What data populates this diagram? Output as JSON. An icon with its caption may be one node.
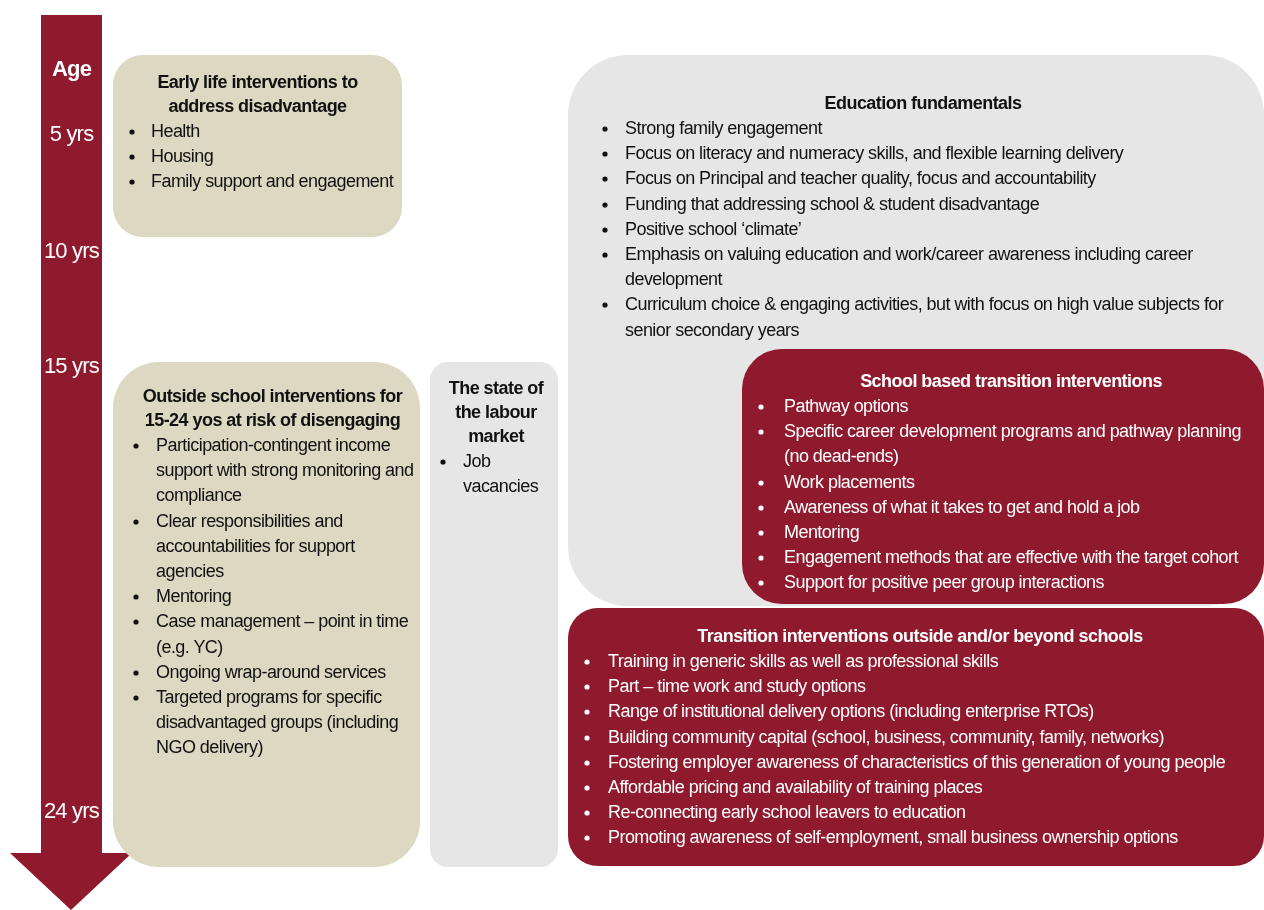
{
  "diagram": {
    "nodes": [
      {
        "text": [
          "Age",
          "5 yrs",
          "10 yrs",
          "15 yrs",
          "24 yrs"
        ]
      },
      {
        "text": [
          "Early life interventions to address disadvantage",
          "Health",
          "Housing",
          "Family support and engagement"
        ]
      },
      {
        "text": [
          "Education fundamentals",
          "Strong family engagement",
          "Focus on literacy and numeracy skills, and flexible learning delivery",
          "Focus on Principal and teacher quality, focus and accountability",
          "Funding that addressing school & student disadvantage",
          "Positive school ‘climate’",
          "Emphasis on valuing education and work/career awareness including career development",
          "Curriculum choice & engaging activities, but with focus on high value subjects for senior secondary years"
        ]
      },
      {
        "text": [
          "School based transition interventions",
          "Pathway options",
          "Specific career development  programs and pathway planning (no dead-ends)",
          "Work placements",
          "Awareness of what it takes to get and hold a job",
          "Mentoring",
          "Engagement methods that are effective with the target cohort",
          "Support for positive peer group interactions"
        ],
        "in": 2
      },
      {
        "text": [
          "Outside school interventions for 15-24 yos at risk of disengaging",
          "Participation-contingent income support with strong monitoring and compliance",
          "Clear responsibilities and accountabilities for support agencies",
          "Mentoring",
          "Case management – point in time (e.g. YC)",
          "Ongoing wrap-around services",
          "Targeted programs for specific disadvantaged groups (including NGO delivery)"
        ]
      },
      {
        "text": [
          "The state of the labour market",
          "Job vacancies"
        ]
      },
      {
        "text": [
          "Transition interventions outside and/or beyond schools",
          "Training in generic skills as well as professional skills",
          "Part – time work and study options",
          "Range of institutional delivery options (including enterprise RTOs)",
          "Building community capital (school, business, community, family, networks)",
          "Fostering employer awareness of characteristics of this generation of young people",
          "Affordable pricing and availability of training places",
          "Re-connecting early school leavers to education",
          "Promoting awareness of self-employment, small business ownership options"
        ]
      }
    ]
  }
}
